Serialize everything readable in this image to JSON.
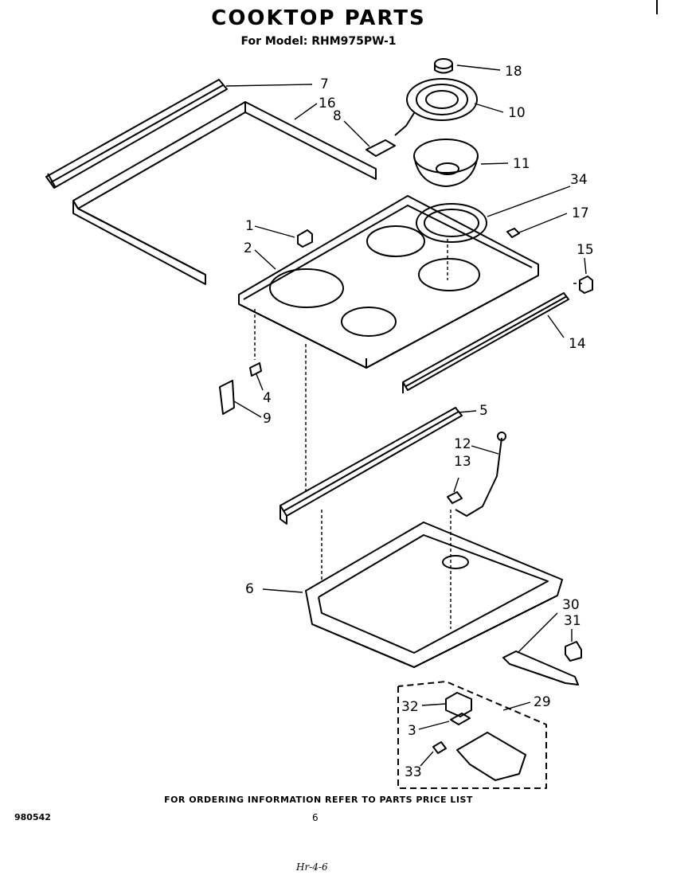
{
  "title": "COOKTOP PARTS",
  "subtitle": "For Model: RHM975PW-1",
  "callouts": {
    "p1": "1",
    "p2": "2",
    "p3": "3",
    "p4": "4",
    "p5": "5",
    "p6": "6",
    "p7": "7",
    "p8": "8",
    "p9": "9",
    "p10": "10",
    "p11": "11",
    "p12": "12",
    "p13": "13",
    "p14": "14",
    "p15": "15",
    "p16": "16",
    "p17": "17",
    "p18": "18",
    "p29": "29",
    "p30": "30",
    "p31": "31",
    "p32": "32",
    "p33": "33",
    "p34": "34"
  },
  "footer": "FOR ORDERING INFORMATION REFER TO PARTS PRICE LIST",
  "doc_number": "980542",
  "page_number": "6",
  "handwriting": "Hr-4-6"
}
